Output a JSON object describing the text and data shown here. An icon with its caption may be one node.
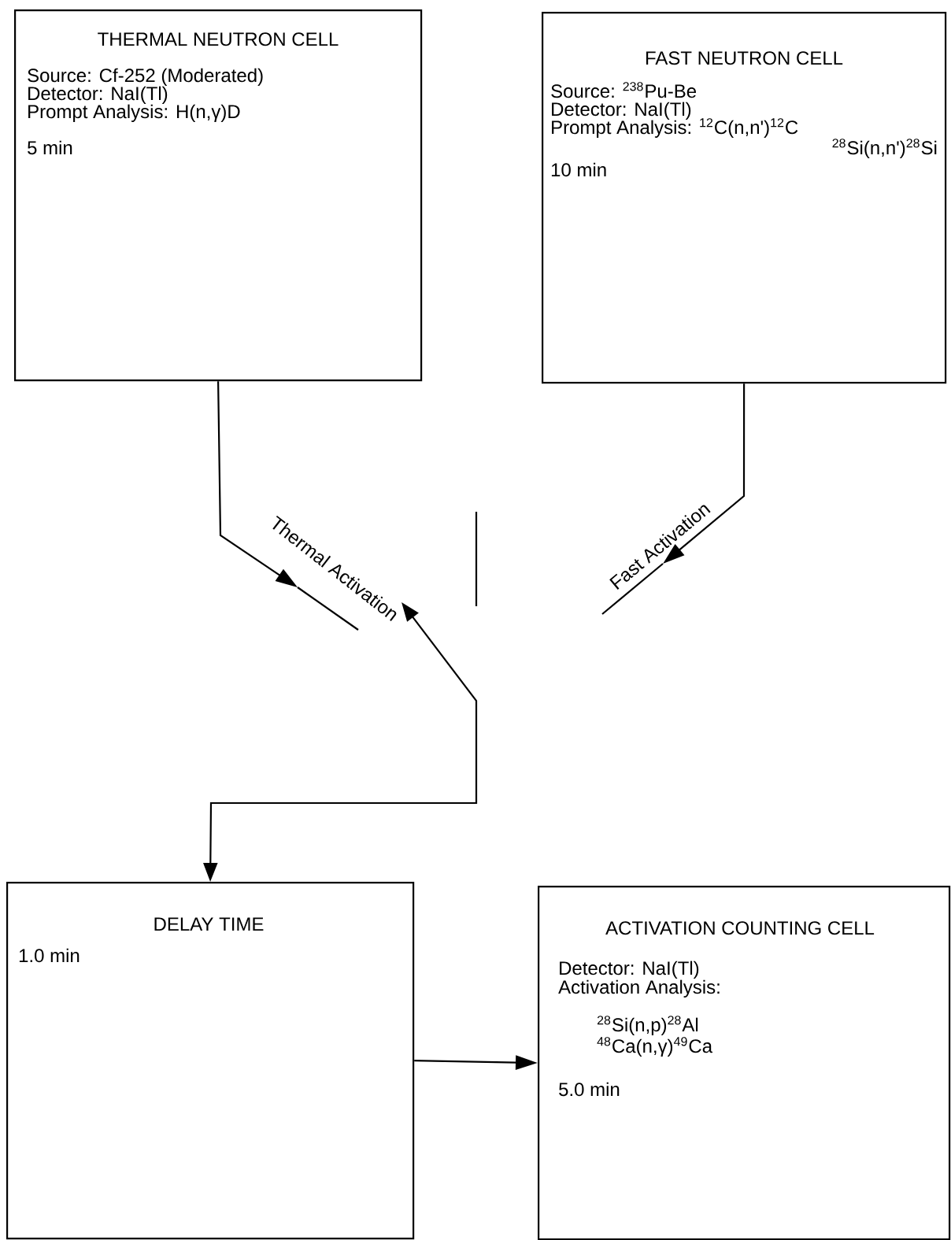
{
  "diagram": {
    "nodes": [
      {
        "text": [
          "THERMAL NEUTRON CELL",
          "Source: Cf-252 (Moderated)",
          "Detector: NaI(Tl)",
          "Prompt Analysis: H(n,γ)D",
          "5 min"
        ]
      },
      {
        "text": [
          "FAST NEUTRON CELL",
          "Source: $^{238}$Pu-Be",
          "Detector: NaI(Tl)",
          "Prompt Analysis: $^{12}$C(n,n')$^{12}$C",
          "$^{28}$Si(n,n')$^{28}$Si",
          "10 min"
        ]
      },
      {
        "text": [
          "DELAY TIME",
          "1.0 min"
        ]
      },
      {
        "text": [
          "ACTIVATION COUNTING CELL",
          "Detector: NaI(Tl)",
          "Activation Analysis:",
          "$^{28}$Si(n,p)$^{28}$Al",
          "$^{48}$Ca(n,γ)$^{49}$Ca",
          "5.0 min"
        ]
      }
    ],
    "edges": [
      {
        "from": 0,
        "to": null,
        "arrow": "to",
        "label": "Thermal Activation"
      },
      {
        "from": 1,
        "to": null,
        "arrow": "to",
        "label": "Fast Activation"
      },
      {
        "from": null,
        "to": 2,
        "arrow": "both"
      },
      {
        "from": 2,
        "to": 3,
        "arrow": "to"
      }
    ]
  }
}
